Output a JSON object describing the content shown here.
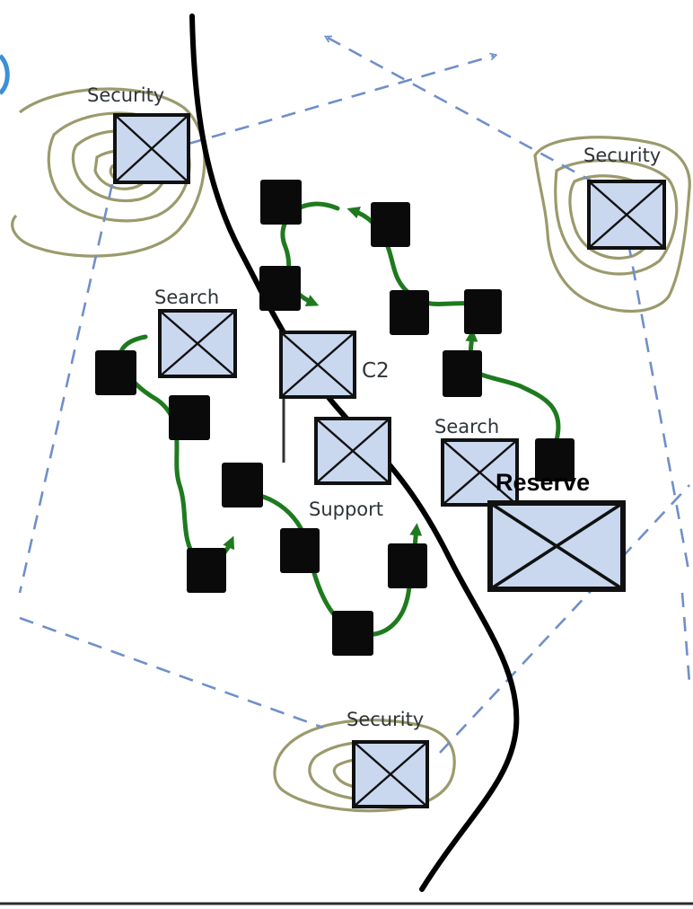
{
  "labels": {
    "security_nw": "Security",
    "security_ne": "Security",
    "security_s": "Security",
    "search_w": "Search",
    "search_e": "Search",
    "c2": "C2",
    "support": "Support",
    "reserve": "Reserve"
  },
  "colors": {
    "road": "#000000",
    "contour": "#9b9a6c",
    "boundary": "#6f8fc9",
    "patrol_route": "#1f7a1f",
    "unit_fill": "#c9d8ef",
    "unit_outline": "#111111",
    "position_marker": "#0a0a0a"
  }
}
